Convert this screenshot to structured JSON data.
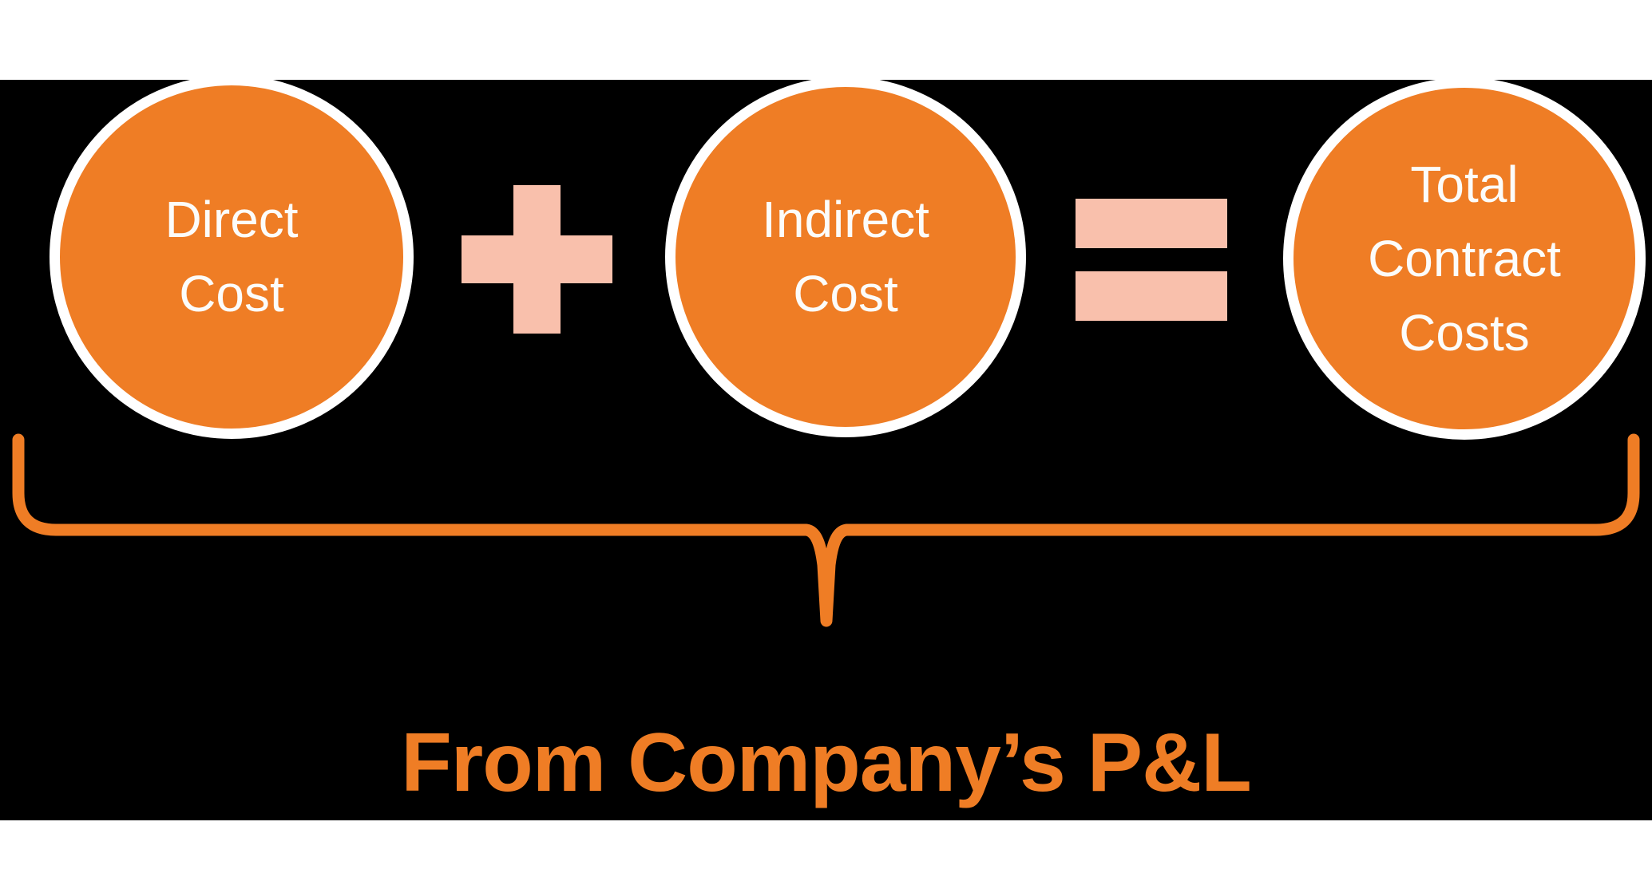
{
  "colors": {
    "orange": "#EF7D25",
    "peach": "#F9C0AC",
    "background": "#000000",
    "band_white": "#FFFFFF",
    "circle_text": "#FCFCFA"
  },
  "circles": [
    {
      "id": "direct-cost",
      "label": "Direct\nCost"
    },
    {
      "id": "indirect-cost",
      "label": "Indirect\nCost"
    },
    {
      "id": "total-contract-costs",
      "label": "Total\nContract\nCosts"
    }
  ],
  "operators": [
    {
      "id": "plus",
      "glyph": "+"
    },
    {
      "id": "equals",
      "glyph": "="
    }
  ],
  "caption": "From Company’s P&L"
}
